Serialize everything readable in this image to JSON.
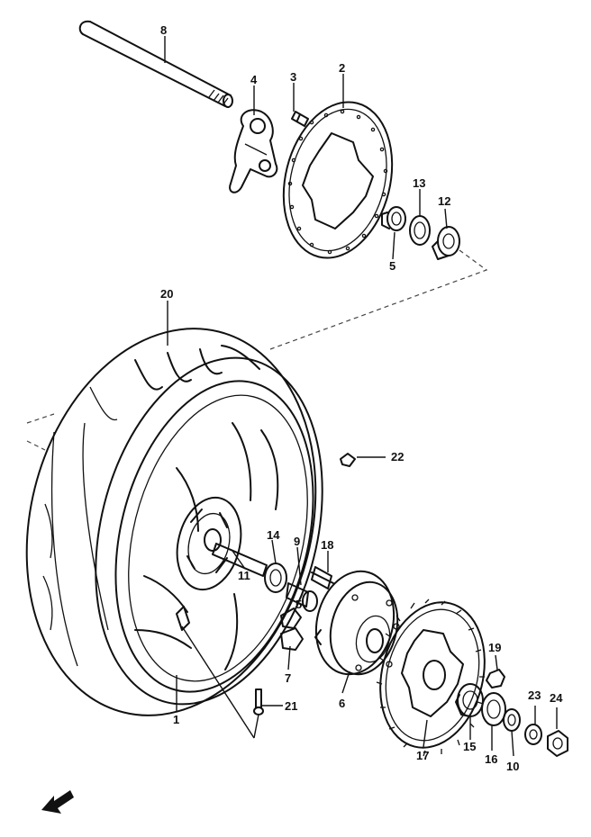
{
  "callouts": {
    "c1": "1",
    "c2": "2",
    "c3": "3",
    "c4": "4",
    "c5a": "5",
    "c5b": "5",
    "c6": "6",
    "c7": "7",
    "c8": "8",
    "c9": "9",
    "c10": "10",
    "c11": "11",
    "c12": "12",
    "c13": "13",
    "c14": "14",
    "c15": "15",
    "c16": "16",
    "c17": "17",
    "c18": "18",
    "c19": "19",
    "c20": "20",
    "c21": "21",
    "c22": "22",
    "c23": "23",
    "c24": "24"
  },
  "front_arrow_icon": "front-direction-arrow-icon"
}
